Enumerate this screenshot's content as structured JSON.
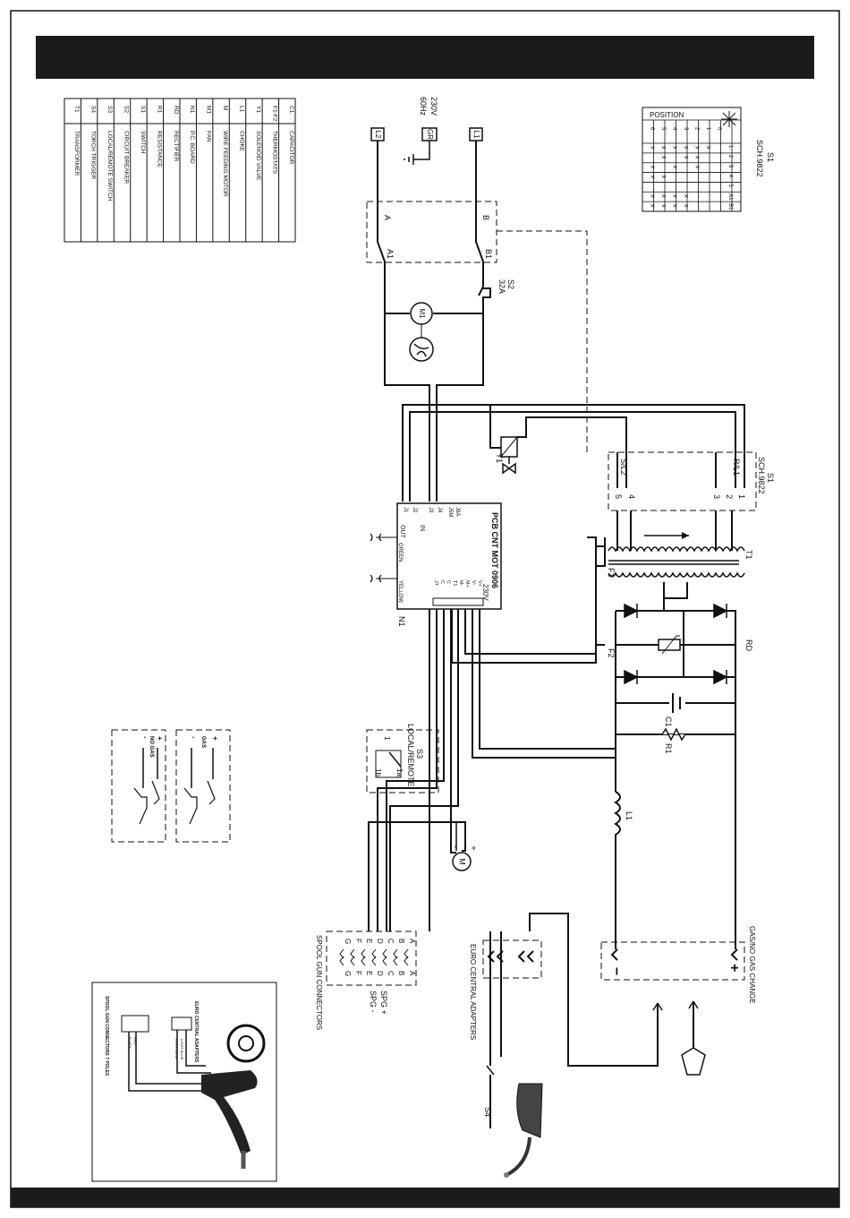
{
  "legend": [
    {
      "code": "C1",
      "desc": "CAPACITOR"
    },
    {
      "code": "F1-F2",
      "desc": "THERMOSTATS"
    },
    {
      "code": "Y1",
      "desc": "SOLENOID VALVE"
    },
    {
      "code": "L1",
      "desc": "CHOKE"
    },
    {
      "code": "M",
      "desc": "WIRE FEEDING MOTOR"
    },
    {
      "code": "M1",
      "desc": "FAN"
    },
    {
      "code": "N1",
      "desc": "P.C. BOARD"
    },
    {
      "code": "RD",
      "desc": "RECTIFIER"
    },
    {
      "code": "R1",
      "desc": "RESISTANCE"
    },
    {
      "code": "S1",
      "desc": "SWITCH"
    },
    {
      "code": "S2",
      "desc": "CIRCUIT BREAKER"
    },
    {
      "code": "S3",
      "desc": "LOCAL/REMOTE SWITCH"
    },
    {
      "code": "S4",
      "desc": "TORCH TRIGGER"
    },
    {
      "code": "T1",
      "desc": "TRANSFORMER"
    }
  ],
  "supply": {
    "voltage": "230V",
    "freq": "60Hz",
    "l1": "L1",
    "l2": "L2",
    "ground": "GR"
  },
  "labels": {
    "a": "A",
    "b": "B",
    "a1": "A1",
    "b1": "B1",
    "s2": "S2",
    "s2_rating": "32A",
    "m1": "M1",
    "y1": "Y1",
    "s1": "S1",
    "sch": "SCH.9822",
    "sl2": "S/L2",
    "rl1": "R/L1",
    "n1_1": "1",
    "n1_2": "2",
    "n1_3": "3",
    "n1_4": "4",
    "n1_5": "5",
    "t1": "T1",
    "f1": "F1",
    "f2": "F2",
    "rd": "RD",
    "c1": "C1",
    "r1": "R1",
    "l1": "L1",
    "n1": "N1",
    "s3": "S3",
    "local_remote": "LOCAL/REMOTE",
    "s3_1": "1",
    "s3_1b": "1b",
    "s3_1a": "1a",
    "motor": "M",
    "motor_plus": "+",
    "motor_minus": "-",
    "spool_conn": "SPOOL GUN CONNECTORS",
    "spg_plus": "SPG +",
    "spg_minus": "SPG -",
    "euro": "EURO CENTRAL ADAPTERS",
    "gas_change": "GAS/NO GAS CHANGE",
    "minus": "−",
    "plus": "+",
    "s4": "S4",
    "gas": "GAS",
    "no_gas": "NO GAS",
    "plus_small": "+",
    "minus_small": "-",
    "inset_spool": "SPOOL GUN CONNECTORS 7 POLES",
    "inset_euro": "EURO CENTRAL ADAPTERS",
    "inset_red": "RED",
    "inset_black": "BLACK",
    "inset_light_blue": "LIGHT BLUE",
    "inset_dark_blue": "DARK BLUE"
  },
  "pcb": {
    "title": "PCB CNT MOT 0906",
    "voltage": "230V",
    "j_top": [
      "J1",
      "J2",
      "J3",
      "J4",
      "J5M",
      "J8A"
    ],
    "in_out": [
      "IN",
      "OUT"
    ],
    "green": "GREEN",
    "yellow": "YELLOW",
    "j_bottom": [
      "J7",
      "C",
      "C",
      "T1",
      "M-",
      "M+",
      "V-",
      "V+"
    ]
  },
  "connector_letters": [
    "A",
    "B",
    "C",
    "D",
    "E",
    "F",
    "G"
  ],
  "switch_table": {
    "title": "S1",
    "sch": "SCH.9822",
    "position": "POSITION",
    "heads": [
      "RL1",
      "SL2",
      "A",
      "B"
    ],
    "pins": [
      "1",
      "2",
      "3",
      "4",
      "5",
      "A1",
      "B1"
    ],
    "positions": [
      "0",
      "1",
      "2",
      "3",
      "4",
      "5",
      "6"
    ],
    "marks": [
      [
        0,
        0,
        0,
        0,
        0,
        0,
        0
      ],
      [
        1,
        0,
        0,
        0,
        0,
        0,
        0
      ],
      [
        1,
        1,
        1,
        0,
        0,
        0,
        0
      ],
      [
        1,
        1,
        0,
        0,
        0,
        1,
        1
      ],
      [
        1,
        0,
        1,
        0,
        0,
        1,
        1
      ],
      [
        1,
        1,
        0,
        1,
        0,
        1,
        1
      ],
      [
        1,
        0,
        1,
        1,
        0,
        1,
        1
      ]
    ]
  },
  "mark_symbol": "x"
}
